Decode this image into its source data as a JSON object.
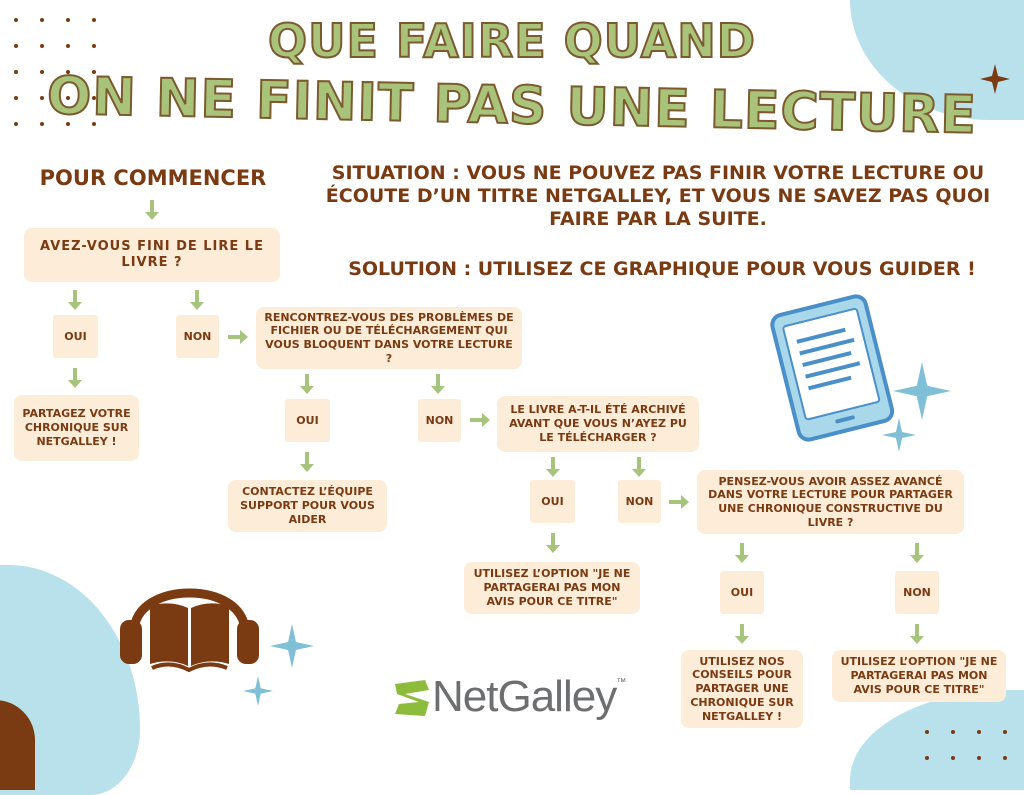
{
  "colors": {
    "brown": "#7a3a12",
    "green_arrow": "#a7c47c",
    "box_fill": "#fdecd8",
    "blob_blue": "#b9e1ec",
    "title_green": "#a9c47a"
  },
  "title": {
    "line1": "QUE FAIRE QUAND",
    "line2": "ON NE FINIT PAS UNE LECTURE"
  },
  "start_label": "POUR COMMENCER",
  "situation": "SITUATION : VOUS NE POUVEZ PAS FINIR VOTRE LECTURE OU ÉCOUTE D’UN TITRE NETGALLEY, ET VOUS NE SAVEZ PAS QUOI FAIRE PAR LA SUITE.",
  "solution": "SOLUTION : UTILISEZ CE GRAPHIQUE POUR VOUS GUIDER !",
  "flow": {
    "q1": "AVEZ-VOUS FINI DE LIRE LE LIVRE ?",
    "q1_yes": "OUI",
    "q1_no": "NON",
    "q1_yes_result": "PARTAGEZ VOTRE CHRONIQUE SUR NETGALLEY !",
    "q2": "RENCONTREZ-VOUS DES PROBLÈMES DE FICHIER OU DE TÉLÉCHARGEMENT QUI VOUS BLOQUENT DANS VOTRE LECTURE ?",
    "q2_yes": "OUI",
    "q2_no": "NON",
    "q2_yes_result": "CONTACTEZ L’ÉQUIPE SUPPORT POUR VOUS AIDER",
    "q3": "LE LIVRE A-T-IL ÉTÉ ARCHIVÉ AVANT QUE VOUS N’AYEZ PU LE TÉLÉCHARGER ?",
    "q3_yes": "OUI",
    "q3_no": "NON",
    "q3_yes_result": "UTILISEZ L’OPTION \"JE NE PARTAGERAI PAS MON AVIS POUR CE TITRE\"",
    "q4": "PENSEZ-VOUS AVOIR ASSEZ AVANCÉ DANS VOTRE LECTURE POUR PARTAGER UNE CHRONIQUE CONSTRUCTIVE DU LIVRE ?",
    "q4_yes": "OUI",
    "q4_no": "NON",
    "q4_yes_result": "UTILISEZ NOS CONSEILS POUR PARTAGER UNE CHRONIQUE SUR NETGALLEY !",
    "q4_no_result": "UTILISEZ L’OPTION \"JE NE PARTAGERAI PAS MON AVIS POUR CE TITRE\""
  },
  "logo_text": "NetGalley",
  "logo_tm": "™",
  "icons": [
    "tablet-icon",
    "headphones-book-icon",
    "sparkle-icon",
    "netgalley-logo-icon"
  ]
}
